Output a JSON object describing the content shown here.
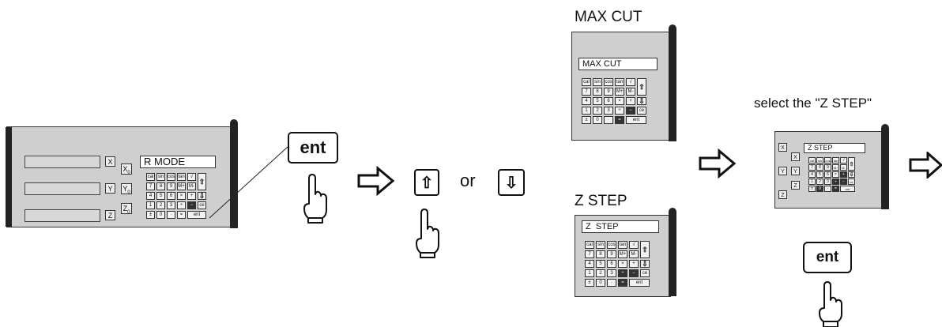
{
  "step1": {
    "display_text": "R MODE",
    "axes": [
      "X",
      "Y",
      "Z"
    ],
    "axis_buttons": [
      "X",
      "Y",
      "Z"
    ],
    "axis_subscripts": [
      "0",
      "0",
      "0"
    ]
  },
  "ent_key_label": "ent",
  "updown": {
    "up_label": "⇧",
    "or_text": "or",
    "down_label": "⇩"
  },
  "option1": {
    "title": "MAX CUT",
    "display_text": "MAX CUT"
  },
  "option2": {
    "title": "Z STEP",
    "display_text": "Z  STEP"
  },
  "step3": {
    "caption": "select the \"Z STEP\"",
    "display_text": "Z STEP",
    "axes": [
      "X",
      "Y",
      "Z"
    ],
    "ent_key_label": "ent"
  },
  "keypad": {
    "row1": [
      "cal",
      "sin",
      "cos",
      "tan",
      "√"
    ],
    "row2": [
      "7",
      "8",
      "9",
      "M+",
      "M-"
    ],
    "row3": [
      "4",
      "5",
      "6",
      "×",
      "+"
    ],
    "row4": [
      "1",
      "2",
      "3",
      "÷",
      "−",
      "ce"
    ],
    "row5": [
      "±",
      "0",
      "·",
      "=",
      "ent"
    ]
  },
  "icons": {
    "pointing_hand": "pointing-hand-icon",
    "flow_arrow": "right-arrow-icon"
  }
}
